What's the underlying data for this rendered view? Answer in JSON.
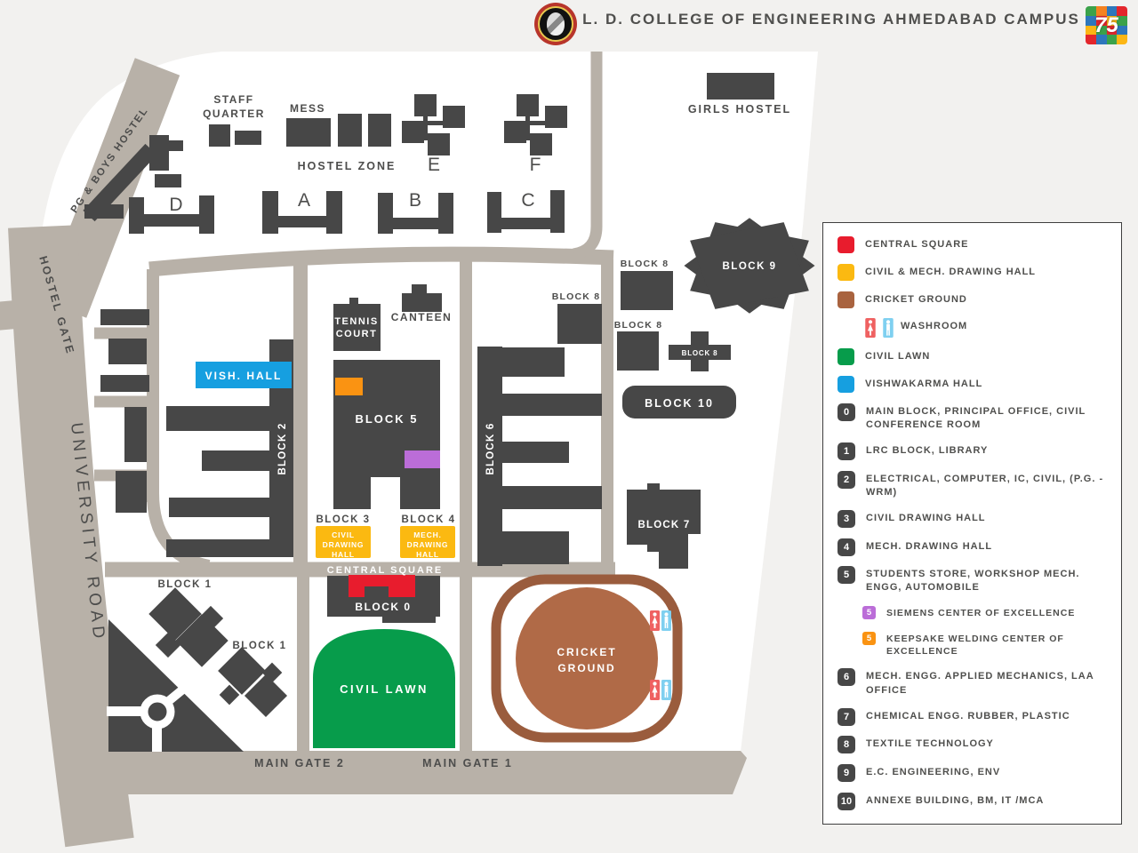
{
  "header": {
    "title": "L. D. COLLEGE OF ENGINEERING AHMEDABAD CAMPUS",
    "amrit_logo_text": "75"
  },
  "map": {
    "colors": {
      "building": "#474747",
      "road": "#b8b1a8",
      "background": "#f2f1ef",
      "campus_white": "#ffffff",
      "central_square_red": "#e81c2d",
      "drawing_hall_yellow": "#fbb911",
      "cricket_ring_brown": "#9a5c3d",
      "cricket_fill_brown": "#b06a47",
      "lawn_green": "#079c4b",
      "vishwakarma_blue": "#169fe0",
      "siemens_purple": "#bb6dd8",
      "keepsake_orange": "#fa9312",
      "washroom_female_red": "#ef6161",
      "washroom_male_blue": "#7fd0f0",
      "label_dark": "#4d4d4c"
    },
    "labels": {
      "pg_boys_hostel": "PG & BOYS HOSTEL",
      "hostel_gate": "HOSTEL GATE",
      "university_road": "UNIVERSITY ROAD",
      "staff_quarter_l1": "STAFF",
      "staff_quarter_l2": "QUARTER",
      "mess": "MESS",
      "hostel_zone": "HOSTEL ZONE",
      "block_d": "D",
      "block_a": "A",
      "block_b": "B",
      "block_c": "C",
      "block_e": "E",
      "block_f": "F",
      "girls_hostel": "GIRLS HOSTEL",
      "vish_hall": "VISH. HALL",
      "block_2": "BLOCK 2",
      "tennis_court_l1": "TENNIS",
      "tennis_court_l2": "COURT",
      "canteen": "CANTEEN",
      "block_5": "BLOCK 5",
      "block_3": "BLOCK 3",
      "block_4": "BLOCK 4",
      "civil_drawing_hall_l1": "CIVIL",
      "civil_drawing_hall_l2": "DRAWING",
      "civil_drawing_hall_l3": "HALL",
      "mech_drawing_hall_l1": "MECH.",
      "mech_drawing_hall_l2": "DRAWING",
      "mech_drawing_hall_l3": "HALL",
      "central_square": "CENTRAL SQUARE",
      "block_6": "BLOCK 6",
      "block_8": "BLOCK 8",
      "block_9": "BLOCK 9",
      "block_10": "BLOCK 10",
      "block_7": "BLOCK 7",
      "block_1": "BLOCK 1",
      "block_0": "BLOCK 0",
      "civil_lawn": "CIVIL LAWN",
      "cricket_ground_l1": "CRICKET",
      "cricket_ground_l2": "GROUND",
      "main_gate_2": "MAIN GATE 2",
      "main_gate_1": "MAIN GATE 1"
    }
  },
  "legend": {
    "items": [
      {
        "type": "swatch",
        "color": "#e81c2d",
        "label": "CENTRAL SQUARE"
      },
      {
        "type": "swatch",
        "color": "#fbb911",
        "label": "CIVIL & MECH. DRAWING HALL"
      },
      {
        "type": "swatch",
        "color": "#a9633f",
        "label": "CRICKET GROUND"
      },
      {
        "type": "washroom",
        "label": "WASHROOM"
      },
      {
        "type": "swatch",
        "color": "#079c4b",
        "label": "CIVIL LAWN"
      },
      {
        "type": "swatch",
        "color": "#169fe0",
        "label": "VISHWAKARMA HALL"
      },
      {
        "type": "number",
        "number": "0",
        "label": "MAIN BLOCK, PRINCIPAL OFFICE, CIVIL CONFERENCE ROOM"
      },
      {
        "type": "number",
        "number": "1",
        "label": "LRC BLOCK, LIBRARY"
      },
      {
        "type": "number",
        "number": "2",
        "label": "ELECTRICAL, COMPUTER, IC, CIVIL, (P.G. - WRM)"
      },
      {
        "type": "number",
        "number": "3",
        "label": "CIVIL DRAWING HALL"
      },
      {
        "type": "number",
        "number": "4",
        "label": "MECH. DRAWING HALL"
      },
      {
        "type": "number",
        "number": "5",
        "label": "STUDENTS STORE, WORKSHOP MECH. ENGG, AUTOMOBILE"
      },
      {
        "type": "subnumber",
        "number": "5",
        "color": "#bb6dd8",
        "label": "SIEMENS CENTER OF EXCELLENCE"
      },
      {
        "type": "subnumber",
        "number": "5",
        "color": "#fa9312",
        "label": "KEEPSAKE WELDING CENTER OF EXCELLENCE"
      },
      {
        "type": "number",
        "number": "6",
        "label": "MECH. ENGG.  APPLIED MECHANICS, LAA OFFICE"
      },
      {
        "type": "number",
        "number": "7",
        "label": "CHEMICAL ENGG. RUBBER, PLASTIC"
      },
      {
        "type": "number",
        "number": "8",
        "label": "TEXTILE TECHNOLOGY"
      },
      {
        "type": "number",
        "number": "9",
        "label": "E.C. ENGINEERING, ENV"
      },
      {
        "type": "number",
        "number": "10",
        "label": "ANNEXE BUILDING, BM, IT /MCA"
      }
    ]
  }
}
